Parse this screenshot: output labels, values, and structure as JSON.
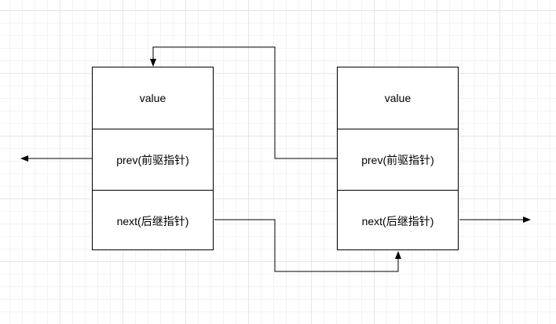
{
  "diagram": {
    "nodes": [
      {
        "value_label": "value",
        "prev_label": "prev(前驱指针)",
        "next_label": "next(后继指针)"
      },
      {
        "value_label": "value",
        "prev_label": "prev(前驱指针)",
        "next_label": "next(后继指针)"
      }
    ],
    "colors": {
      "stroke": "#000000",
      "grid": "#e6e6e6",
      "background": "#ffffff"
    }
  }
}
